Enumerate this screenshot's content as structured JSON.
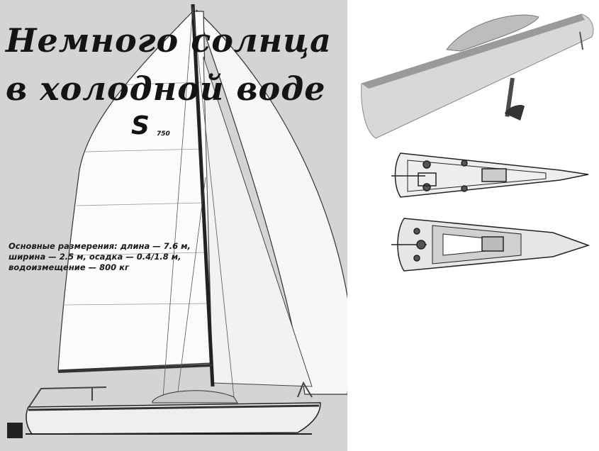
{
  "article": {
    "title_line1": "Немного солнца",
    "title_line2": "в холодной воде",
    "logo_letter": "S",
    "logo_number": "750"
  },
  "specs": {
    "lines": [
      "Основные размерения: длина — 7.6 м,",
      "ширина — 2.5 м, осадка — 0.4/1.8 м,",
      "водоизмещение — 800 кг"
    ]
  }
}
